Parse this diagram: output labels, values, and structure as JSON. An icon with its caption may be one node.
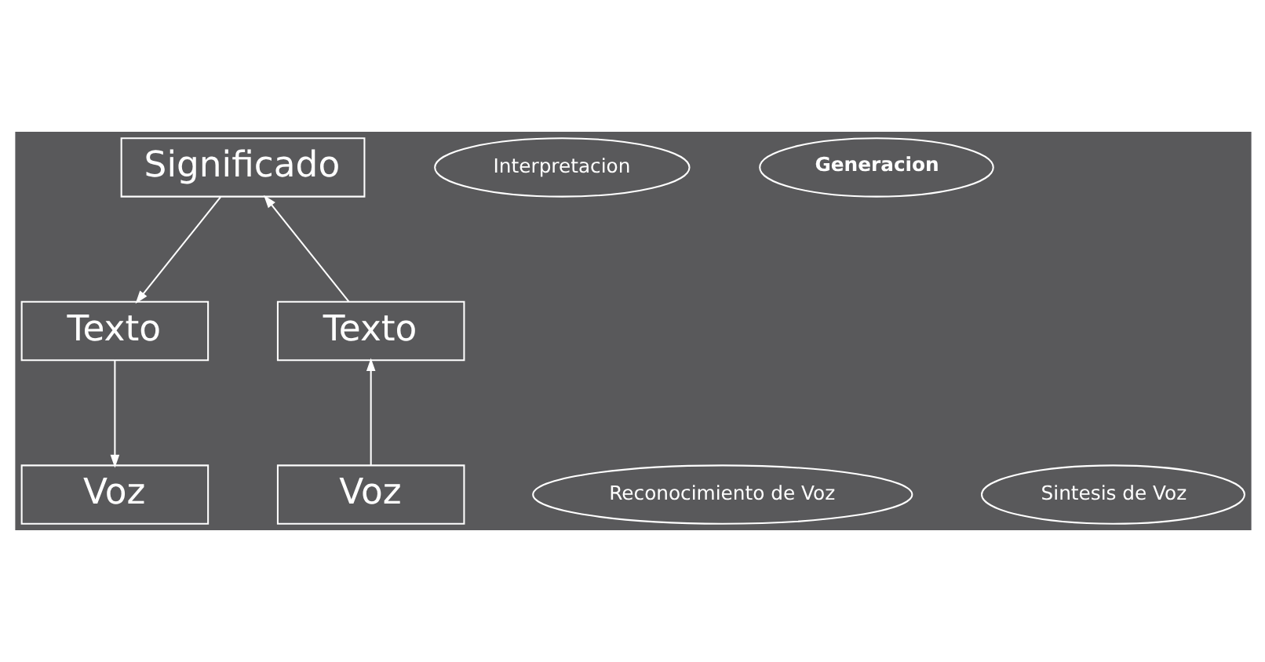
{
  "diagram": {
    "nodes": [
      {
        "text": [
          "Significado"
        ]
      },
      {
        "text": [
          "Interpretacion"
        ]
      },
      {
        "text": [
          "Generacion"
        ]
      },
      {
        "text": [
          "Texto"
        ]
      },
      {
        "text": [
          "Texto"
        ]
      },
      {
        "text": [
          "Reconocimiento de Voz"
        ]
      },
      {
        "text": [
          "Sintesis de Voz"
        ]
      },
      {
        "text": [
          "Voz"
        ]
      },
      {
        "text": [
          "Voz"
        ]
      }
    ],
    "edges": [
      {
        "from": 3,
        "to": 0,
        "arrow": "to"
      },
      {
        "from": 0,
        "to": 4,
        "arrow": "to"
      },
      {
        "from": 7,
        "to": 3,
        "arrow": "to"
      },
      {
        "from": 4,
        "to": 8,
        "arrow": "to"
      }
    ]
  }
}
